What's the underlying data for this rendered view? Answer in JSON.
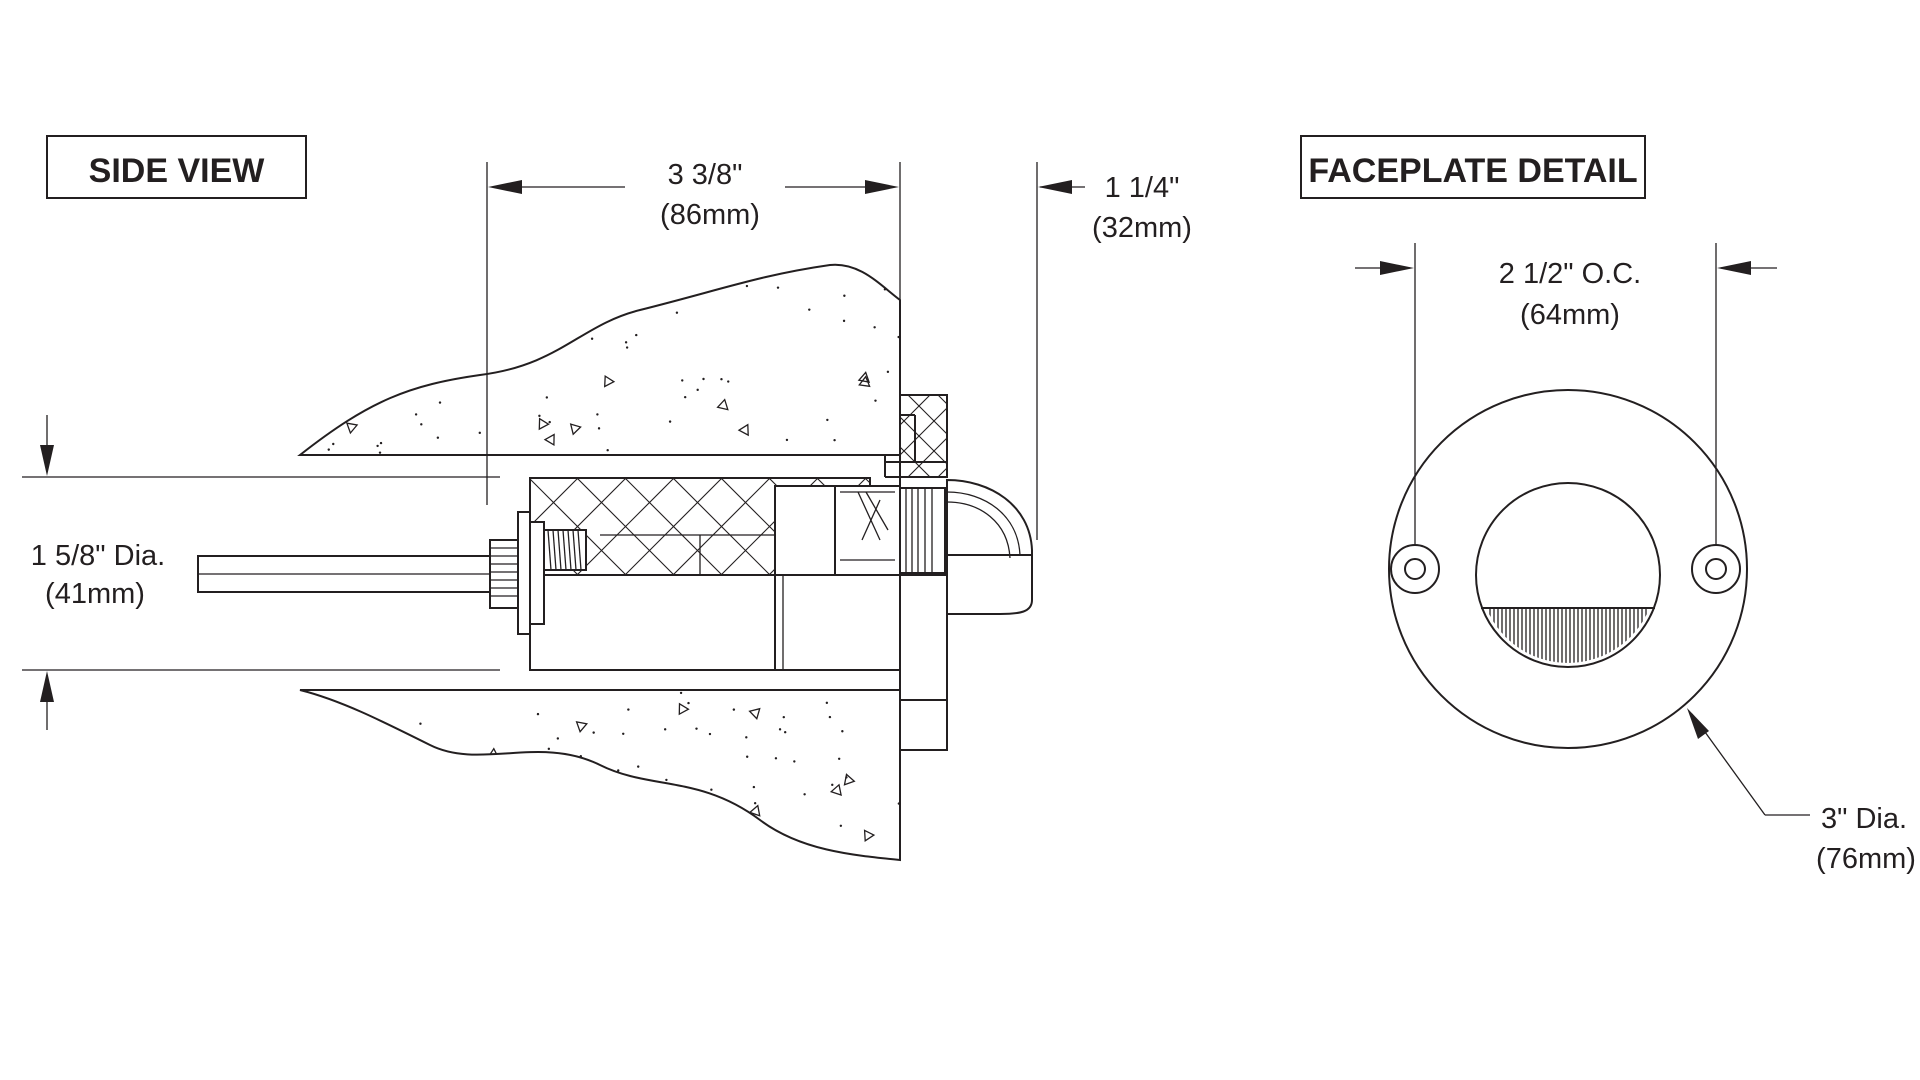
{
  "side_view": {
    "title": "SIDE VIEW",
    "dim_depth": {
      "imperial": "3 3/8\"",
      "metric": "(86mm)"
    },
    "dim_projection": {
      "imperial": "1 1/4\"",
      "metric": "(32mm)"
    },
    "dim_diameter": {
      "imperial": "1 5/8\" Dia.",
      "metric": "(41mm)"
    }
  },
  "faceplate_detail": {
    "title": "FACEPLATE DETAIL",
    "dim_spacing": {
      "imperial": "2 1/2\" O.C.",
      "metric": "(64mm)"
    },
    "dim_diameter": {
      "imperial": "3\" Dia.",
      "metric": "(76mm)"
    }
  },
  "colors": {
    "line": "#231f20",
    "background": "#ffffff"
  }
}
